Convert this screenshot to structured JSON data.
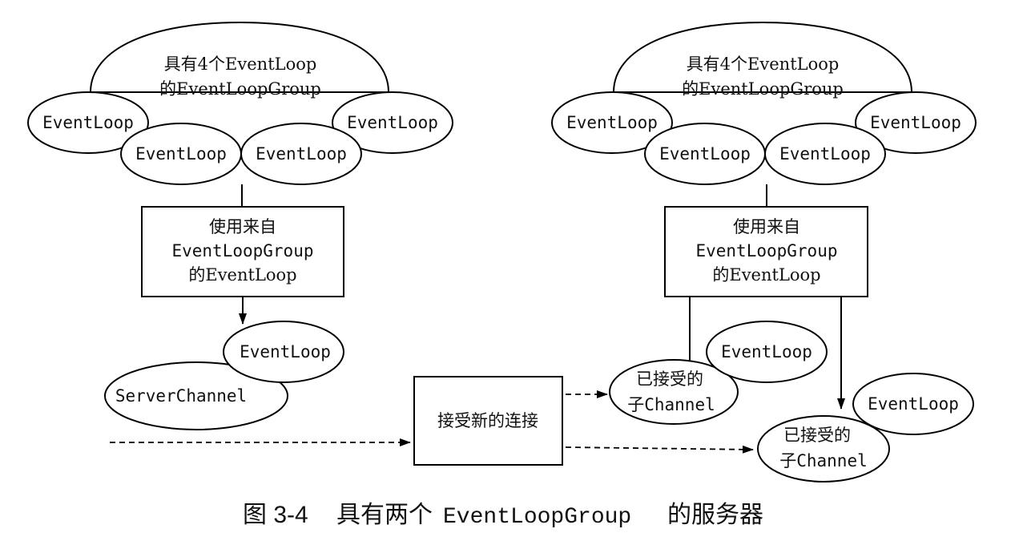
{
  "left_group": {
    "group_label_line1": "具有4个EventLoop",
    "group_label_line2": "的EventLoopGroup",
    "loops": [
      "EventLoop",
      "EventLoop",
      "EventLoop",
      "EventLoop"
    ],
    "box_line1": "使用来自",
    "box_line2": "EventLoopGroup",
    "box_line3": "的EventLoop",
    "assigned_loop": "EventLoop",
    "server_channel": "ServerChannel"
  },
  "center_box": {
    "label": "接受新的连接"
  },
  "right_group": {
    "group_label_line1": "具有4个EventLoop",
    "group_label_line2": "的EventLoopGroup",
    "loops": [
      "EventLoop",
      "EventLoop",
      "EventLoop",
      "EventLoop"
    ],
    "box_line1": "使用来自",
    "box_line2": "EventLoopGroup",
    "box_line3": "的EventLoop",
    "child1_loop": "EventLoop",
    "child1_line1": "已接受的",
    "child1_line2": "子Channel",
    "child2_loop": "EventLoop",
    "child2_line1": "已接受的",
    "child2_line2": "子Channel"
  },
  "caption": {
    "figure_number": "图 3-4",
    "text_before": "具有两个",
    "code": "EventLoopGroup",
    "text_after": "的服务器"
  }
}
